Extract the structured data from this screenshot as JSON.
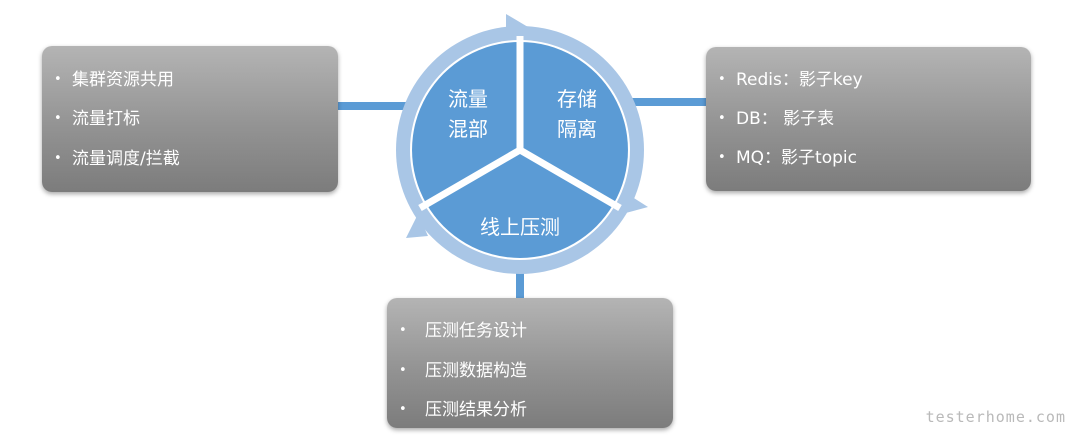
{
  "segments": {
    "traffic_mixing": [
      "流量",
      "混部"
    ],
    "storage_isolation": [
      "存储",
      "隔离"
    ],
    "online_stress": "线上压测"
  },
  "boxes": {
    "left": [
      "集群资源共用",
      "流量打标",
      "流量调度/拦截"
    ],
    "right": [
      "Redis：影子key",
      "DB： 影子表",
      "MQ：影子topic"
    ],
    "bottom": [
      "压测任务设计",
      "压测数据构造",
      "压测结果分析"
    ]
  },
  "watermark": "testerhome.com",
  "colors": {
    "segment_blue": "#5b9bd5",
    "ring_light_blue": "#a9c6e6",
    "connector_blue": "#5b9bd5",
    "box_gray": "#939393",
    "text_white": "#ffffff"
  }
}
